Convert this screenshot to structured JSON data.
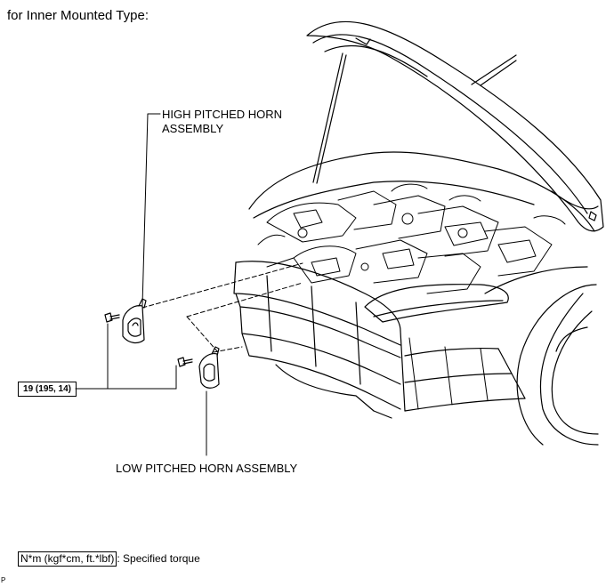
{
  "heading": "for Inner Mounted Type:",
  "labels": {
    "high_horn_line1": "HIGH PITCHED HORN",
    "high_horn_line2": "ASSEMBLY",
    "low_horn": "LOW PITCHED HORN ASSEMBLY"
  },
  "torque": "19 (195, 14)",
  "legend": {
    "boxed": "N*m (kgf*cm, ft.*lbf)",
    "text": ": Specified torque"
  },
  "corner_mark": "P"
}
